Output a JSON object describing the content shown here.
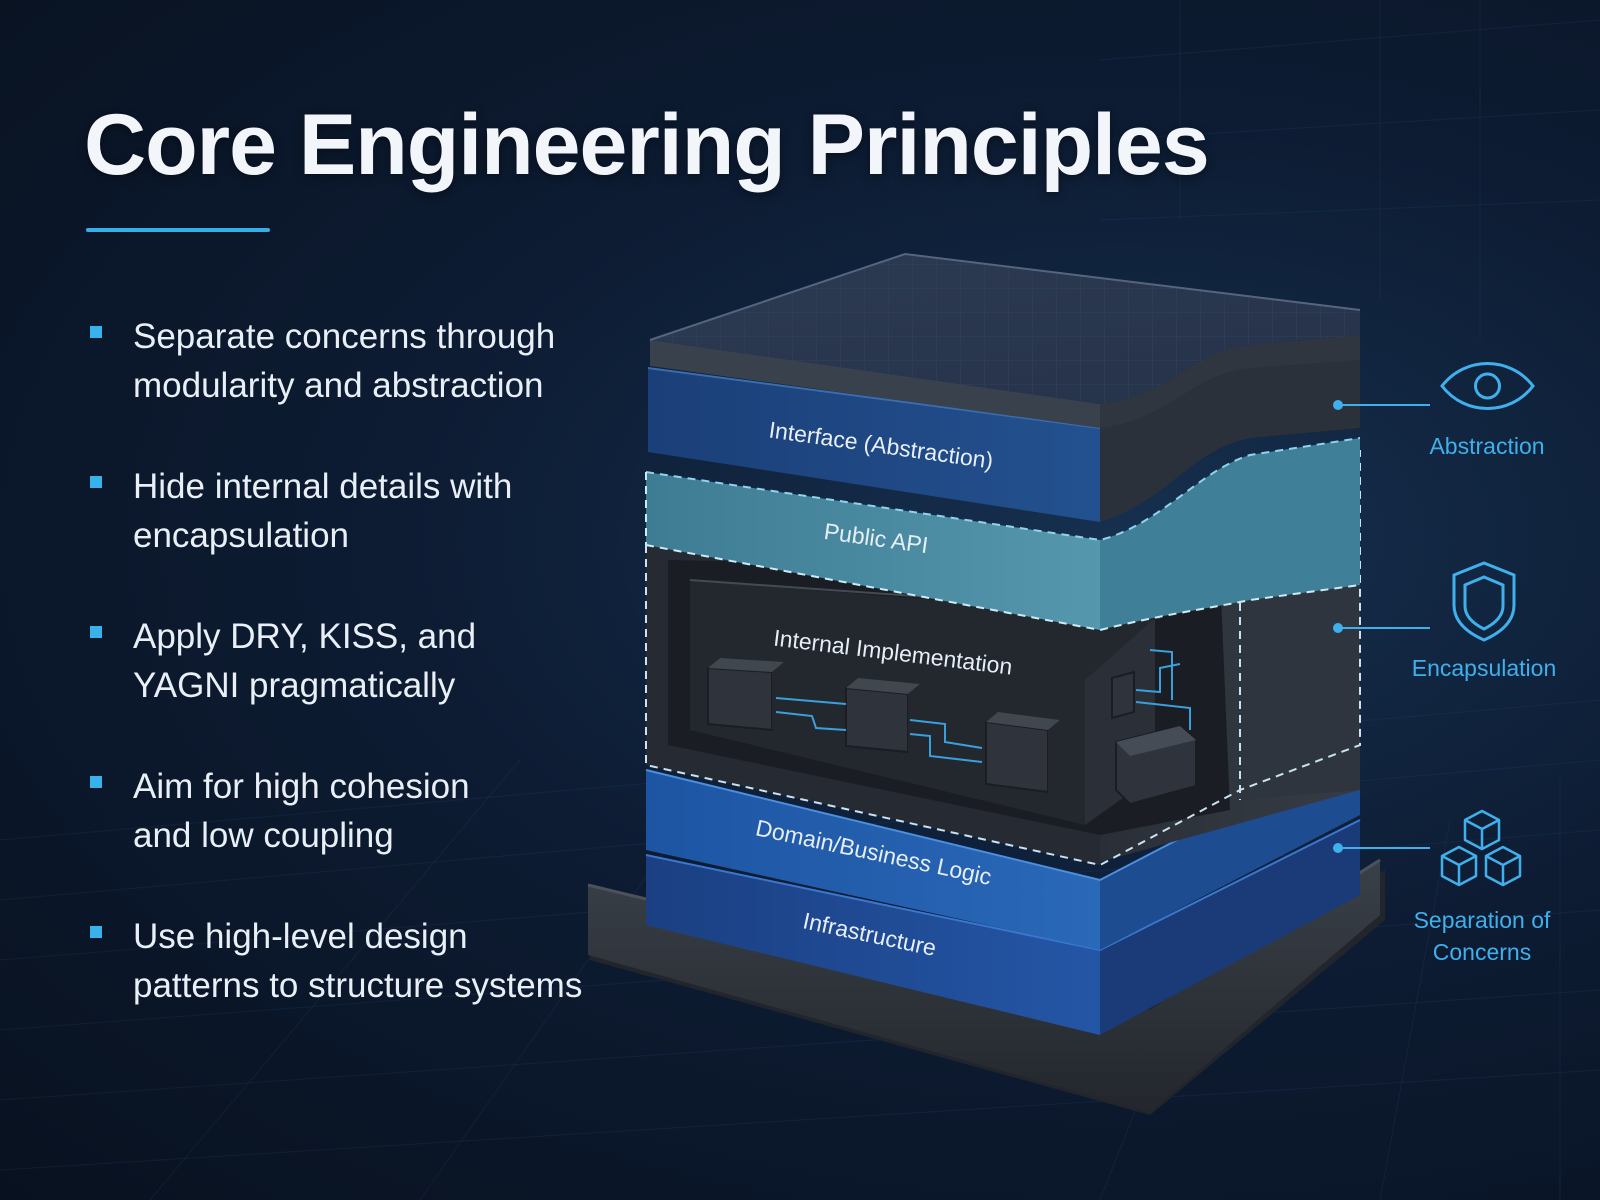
{
  "title": "Core Engineering Principles",
  "bullets": [
    "Separate concerns through\nmodularity and abstraction",
    "Hide internal details with\nencapsulation",
    "Apply DRY, KISS, and\nYAGNI pragmatically",
    "Aim for high cohesion\nand low coupling",
    "Use high-level design\npatterns to structure systems"
  ],
  "layers": {
    "interface": "Interface (Abstraction)",
    "public_api": "Public API",
    "internal": "Internal Implementation",
    "domain": "Domain/Business Logic",
    "infrastructure": "Infrastructure"
  },
  "callouts": {
    "abstraction": "Abstraction",
    "encapsulation": "Encapsulation",
    "separation_line1": "Separation of",
    "separation_line2": "Concerns"
  },
  "icons": [
    "eye-icon",
    "shield-icon",
    "cubes-icon"
  ],
  "colors": {
    "accent": "#38b2ea",
    "background": "#0b1628",
    "interface_layer": "#1f4b8c",
    "public_api_layer": "#4a8fa8",
    "internal_layer": "#2b2f38",
    "domain_layer": "#1f5fae",
    "infrastructure_layer": "#1d4690",
    "base": "#2e3339"
  }
}
